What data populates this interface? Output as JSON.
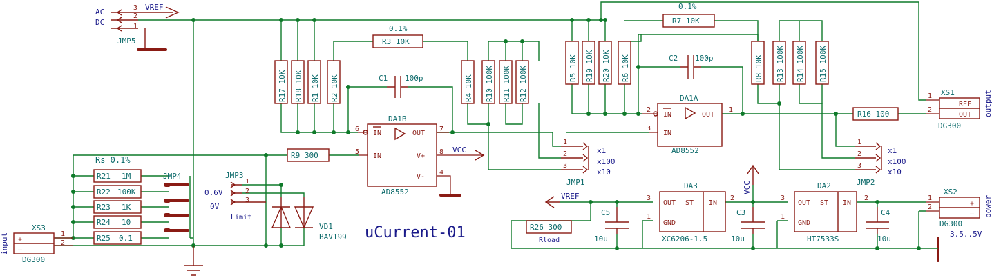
{
  "title": "uCurrent-01",
  "labels": {
    "vref_top": "VREF",
    "vref_bottom": "VREF",
    "vcc_op": "VCC",
    "vcc_reg": "VCC",
    "jmp5_ac": "AC",
    "jmp5_dc": "DC",
    "jmp3_06": "0.6V",
    "jmp3_0": "0V",
    "jmp3_limit": "Limit",
    "rs": "Rs 0.1%",
    "x1_a": "x1",
    "x100_a": "x100",
    "x10_a": "x10",
    "x1_b": "x1",
    "x100_b": "x100",
    "x10_b": "x10",
    "power_range": "3.5..5V",
    "rload": "Rload",
    "output_side": "output",
    "input_side": "input",
    "power_side": "power"
  },
  "components": {
    "jmp5": "JMP5",
    "jmp4": "JMP4",
    "jmp3": "JMP3",
    "jmp1": "JMP1",
    "jmp2": "JMP2",
    "xs1": "XS1",
    "xs2": "XS2",
    "xs3": "XS3",
    "xs1_type": "DG300",
    "xs2_type": "DG300",
    "xs3_type": "DG300",
    "xs1_ref": "REF",
    "xs1_out": "OUT",
    "xs2_plus": "+",
    "xs2_minus": "–",
    "xs3_plus": "+",
    "xs3_minus": "–",
    "da1a": "DA1A",
    "da1b": "DA1B",
    "da1a_part": "AD8552",
    "da1b_part": "AD8552",
    "da2": "DA2",
    "da2_part": "HT7533S",
    "da3": "DA3",
    "da3_part": "XC6206-1.5",
    "vd1": "VD1",
    "vd1_part": "BAV199",
    "c1": "C1",
    "c1_val": "100p",
    "c2": "C2",
    "c2_val": "100p",
    "c3": "C3",
    "c3_val": "10u",
    "c4": "C4",
    "c4_val": "10u",
    "c5": "C5",
    "c5_val": "10u",
    "r3": "R3  10K",
    "r3_tol": "0.1%",
    "r7": "R7  10K",
    "r7_tol": "0.1%",
    "r9": "R9  300",
    "r16": "R16 100",
    "r26": "R26 300",
    "pin_in_neg": "IN",
    "pin_in": "IN",
    "pin_out": "OUT",
    "pin_vplus": "V+",
    "pin_vminus": "V-",
    "pin_st": "ST",
    "pin_gnd": "GND"
  },
  "vertical_resistors": [
    "R17 10K",
    "R18 10K",
    "R1 10K",
    "R2 10K",
    "R4 10K",
    "R10 100K",
    "R11 100K",
    "R12 100K",
    "R5 10K",
    "R19 10K",
    "R20 10K",
    "R6 10K",
    "R8 10K",
    "R13 100K",
    "R14 100K",
    "R15 100K"
  ],
  "rs_resistors": [
    {
      "name": "R21",
      "value": "1M"
    },
    {
      "name": "R22",
      "value": "100K"
    },
    {
      "name": "R23",
      "value": "1K"
    },
    {
      "name": "R24",
      "value": "10"
    },
    {
      "name": "R25",
      "value": "0.1"
    }
  ],
  "pin_numbers": {
    "jmp5": [
      "3",
      "2",
      "1"
    ],
    "jmp3": [
      "1",
      "2",
      "3"
    ],
    "jmp1": [
      "1",
      "2",
      "3"
    ],
    "jmp2": [
      "1",
      "2",
      "3"
    ],
    "xs1": [
      "1",
      "2"
    ],
    "xs2": [
      "1",
      "2"
    ],
    "xs3": [
      "1",
      "2"
    ],
    "da1b": [
      "6",
      "5",
      "7",
      "8",
      "4"
    ],
    "da1a": [
      "2",
      "3",
      "1"
    ],
    "da3": [
      "3",
      "1",
      "2"
    ],
    "da2": [
      "3",
      "1",
      "2"
    ]
  }
}
